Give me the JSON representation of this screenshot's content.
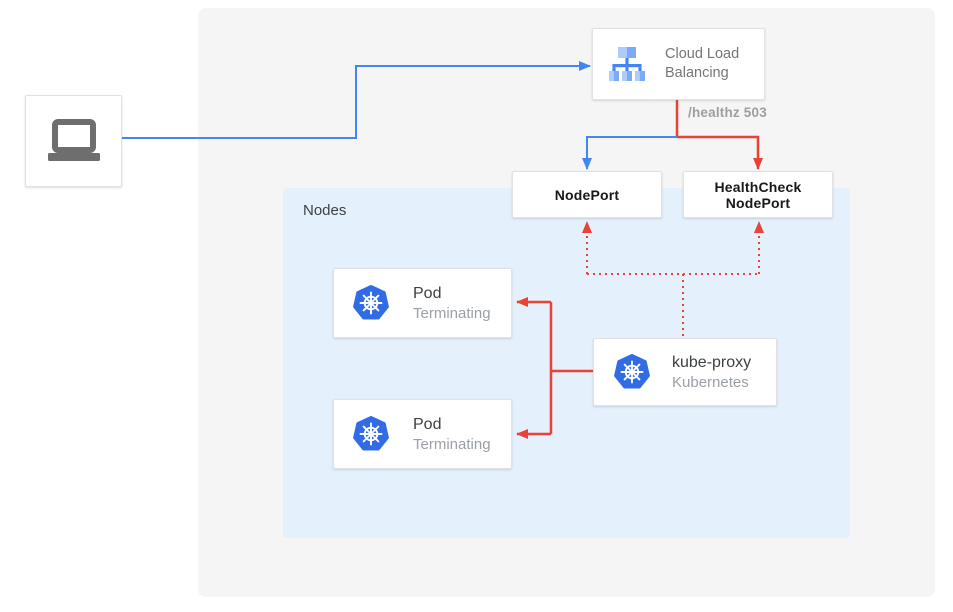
{
  "diagram": {
    "type": "kubernetes-network-flow",
    "nodes_group": {
      "label": "Nodes"
    },
    "client": {
      "icon": "laptop-icon"
    },
    "load_balancer": {
      "line1": "Cloud Load",
      "line2": "Balancing",
      "icon": "cloud-load-balancing-icon"
    },
    "nodeport": {
      "label": "NodePort"
    },
    "healthcheck_nodeport": {
      "line1": "HealthCheck",
      "line2": "NodePort"
    },
    "pods": [
      {
        "title": "Pod",
        "status": "Terminating",
        "icon": "kubernetes-icon"
      },
      {
        "title": "Pod",
        "status": "Terminating",
        "icon": "kubernetes-icon"
      }
    ],
    "kube_proxy": {
      "title": "kube-proxy",
      "subtitle": "Kubernetes",
      "icon": "kubernetes-icon"
    },
    "edge_labels": {
      "healthz": "/healthz 503"
    },
    "edges": [
      {
        "from": "client",
        "to": "cloud-load-balancing",
        "color": "#4285f4",
        "style": "solid"
      },
      {
        "from": "cloud-load-balancing",
        "to": "nodeport",
        "color": "#4285f4",
        "style": "solid"
      },
      {
        "from": "cloud-load-balancing",
        "to": "healthcheck-nodeport",
        "color": "#ea4335",
        "style": "solid",
        "label": "/healthz 503"
      },
      {
        "from": "kube-proxy",
        "to": "nodeport",
        "color": "#ea4335",
        "style": "dotted"
      },
      {
        "from": "kube-proxy",
        "to": "healthcheck-nodeport",
        "color": "#ea4335",
        "style": "dotted"
      },
      {
        "from": "kube-proxy",
        "to": "pod-1",
        "color": "#ea4335",
        "style": "solid"
      },
      {
        "from": "kube-proxy",
        "to": "pod-2",
        "color": "#ea4335",
        "style": "solid"
      }
    ],
    "colors": {
      "traffic_blue": "#4285f4",
      "health_red": "#ea4335",
      "panel_background": "#f5f5f6",
      "nodes_background": "#e4f1fc",
      "kubernetes_blue": "#326ce5",
      "lb_icon_light": "#aecbfa",
      "lb_icon_mid": "#7baaf7",
      "laptop_gray": "#6e6e6e"
    }
  }
}
